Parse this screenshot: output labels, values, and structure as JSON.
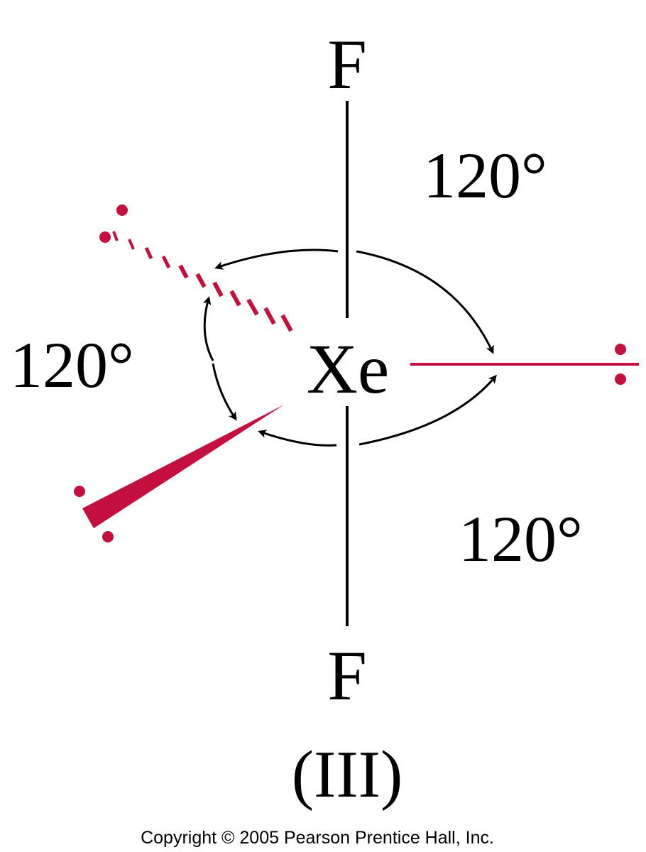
{
  "diagram": {
    "central_atom": "Xe",
    "top_atom": "F",
    "bottom_atom": "F",
    "angle_labels": [
      "120°",
      "120°",
      "120°"
    ],
    "caption": "(III)",
    "copyright": "Copyright © 2005 Pearson Prentice Hall, Inc.",
    "colors": {
      "lone_pair": "#c4103f",
      "bond": "#000000"
    }
  }
}
